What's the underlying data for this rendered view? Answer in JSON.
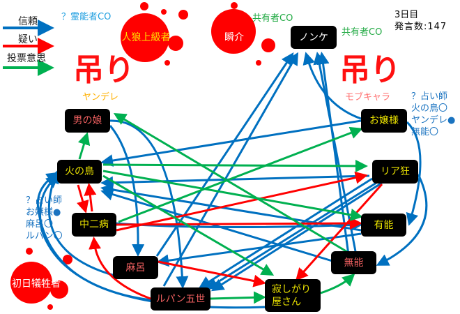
{
  "legend": [
    {
      "label": "信頼",
      "color": "#0070c0"
    },
    {
      "label": "疑い",
      "color": "#ff0000"
    },
    {
      "label": "投票意思",
      "color": "#00b050"
    }
  ],
  "status": {
    "day": "3日目",
    "remarks": "発言数:147"
  },
  "annotations": {
    "medium_co": "？霊能者CO",
    "mason_co_1": "共有者CO",
    "mason_co_2": "共有者CO",
    "hang_left": "吊り",
    "hang_left_sub": "ヤンデレ",
    "hang_right": "吊り",
    "hang_right_sub": "モブキャラ",
    "seer_right": [
      "？占い師",
      "火の鳥〇",
      "ヤンデレ●",
      "無能〇"
    ],
    "seer_left": [
      "？占い師",
      "お嬢様●",
      "麻呂〇",
      "ルパン〇"
    ]
  },
  "nodes": {
    "jinro": "人狼上級者",
    "shunsuke": "瞬介",
    "nonke": "ノンケ",
    "otokonoko": "男の娘",
    "hinotori": "火の鳥",
    "chuni": "中二病",
    "maro": "麻呂",
    "lupin": "ルパン五世",
    "sabishi": "寂しがり屋さん",
    "sabishi_l1": "寂しがり",
    "sabishi_l2": "屋さん",
    "muno": "無能",
    "yuno": "有能",
    "riakyo": "リア狂",
    "ojou": "お嬢様",
    "shonichi": "初日犠牲者"
  },
  "colors": {
    "trust": "#0070c0",
    "doubt": "#ff0000",
    "vote": "#00b050",
    "blood": "#ff0000"
  }
}
